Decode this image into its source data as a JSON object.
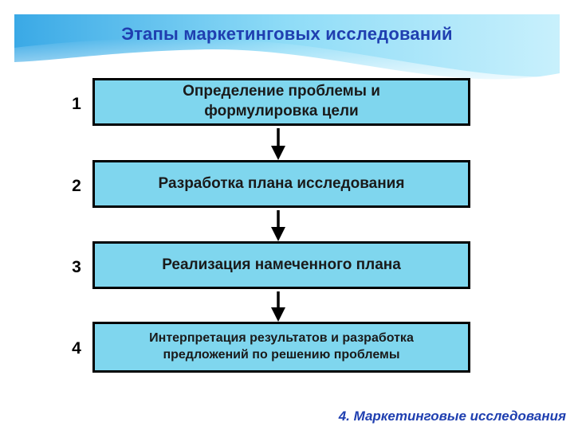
{
  "title": "Этапы маркетинговых исследований",
  "steps": [
    {
      "number": "1",
      "lines": [
        "Определение проблемы и",
        "формулировка цели"
      ]
    },
    {
      "number": "2",
      "lines": [
        "Разработка плана исследования"
      ]
    },
    {
      "number": "3",
      "lines": [
        "Реализация намеченного плана"
      ]
    },
    {
      "number": "4",
      "lines": [
        "Интерпретация результатов и разработка",
        "предложений по решению проблемы"
      ]
    }
  ],
  "footer": "4. Маркетинговые исследования",
  "colors": {
    "title": "#1f3fb0",
    "box_fill": "#7fd6ee",
    "box_border": "#000000",
    "header_light": "#9fe3f8",
    "header_mid": "#4fb8ec"
  }
}
